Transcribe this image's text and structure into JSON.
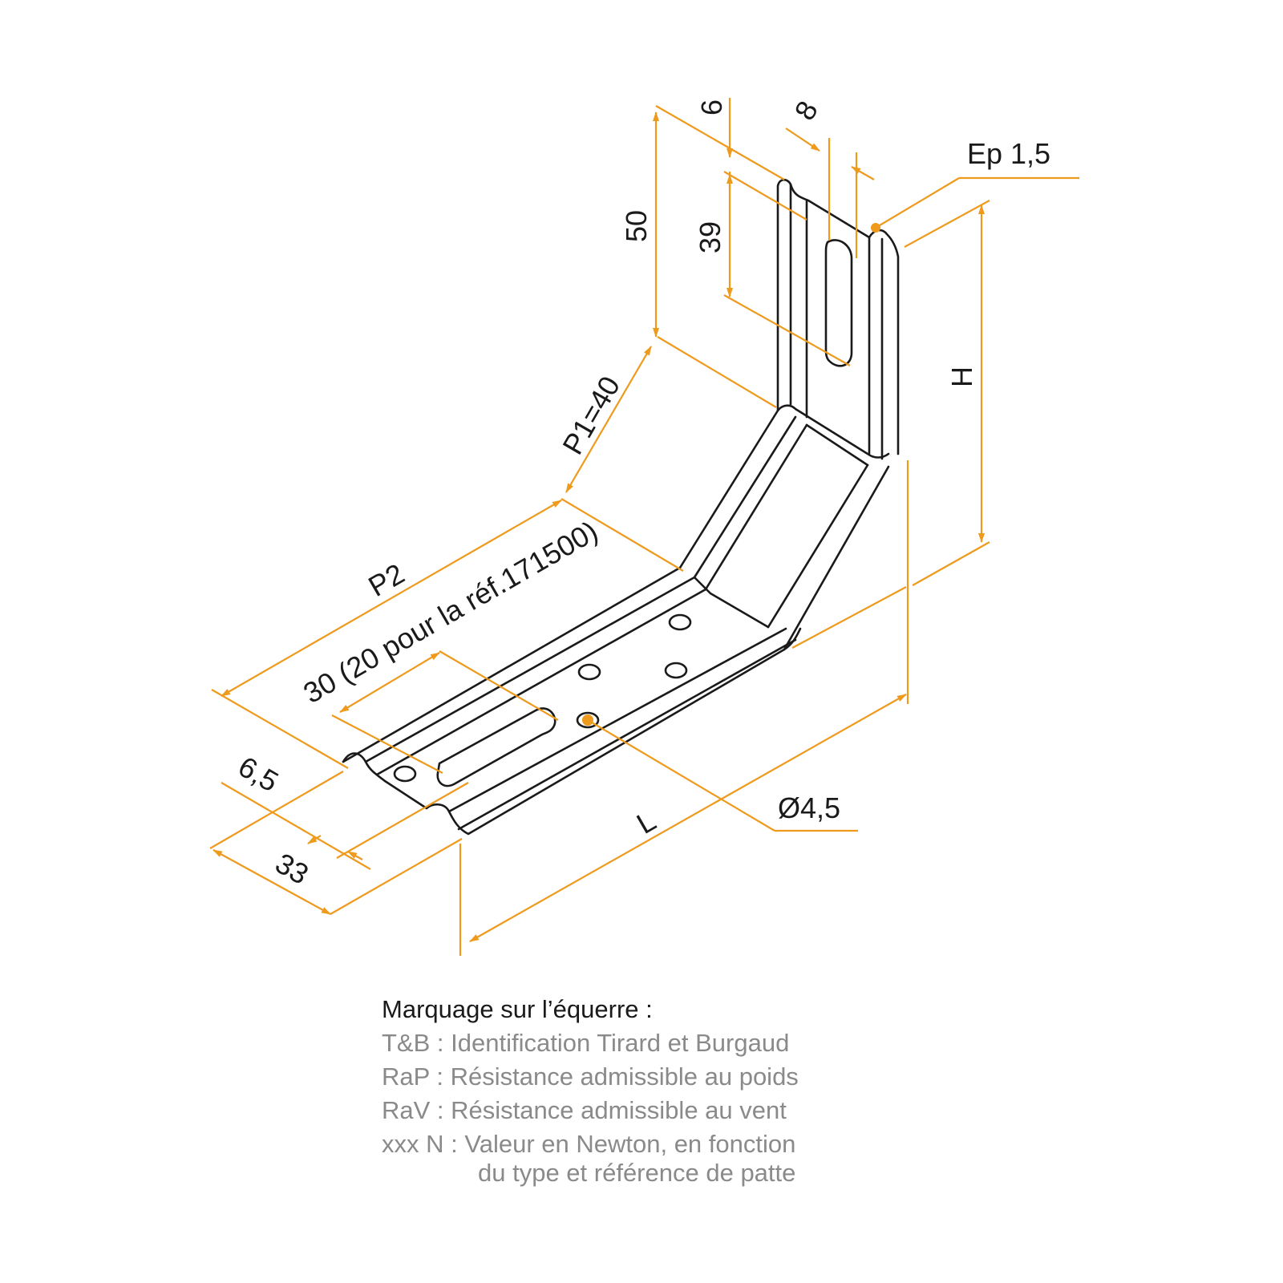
{
  "drawing": {
    "colors": {
      "dimension": "#ee9a1c",
      "outline": "#1a1a1a",
      "legend_body": "#8a8a8a"
    },
    "labels": {
      "dim_6": "6",
      "dim_8": "8",
      "dim_ep": "Ep 1,5",
      "dim_50": "50",
      "dim_39": "39",
      "dim_h": "H",
      "dim_p1": "P1=40",
      "dim_p2": "P2",
      "dim_30": "30 (20 pour la réf.171500)",
      "dim_65": "6,5",
      "dim_33": "33",
      "dim_l": "L",
      "dim_hole": "Ø4,5"
    }
  },
  "legend": {
    "title": "Marquage sur l’équerre :",
    "rows": [
      "T&B : Identification Tirard et Burgaud",
      "RaP : Résistance admissible au poids",
      "RaV : Résistance admissible au vent",
      "xxx N : Valeur en Newton, en fonction",
      "du type et référence de patte"
    ]
  }
}
